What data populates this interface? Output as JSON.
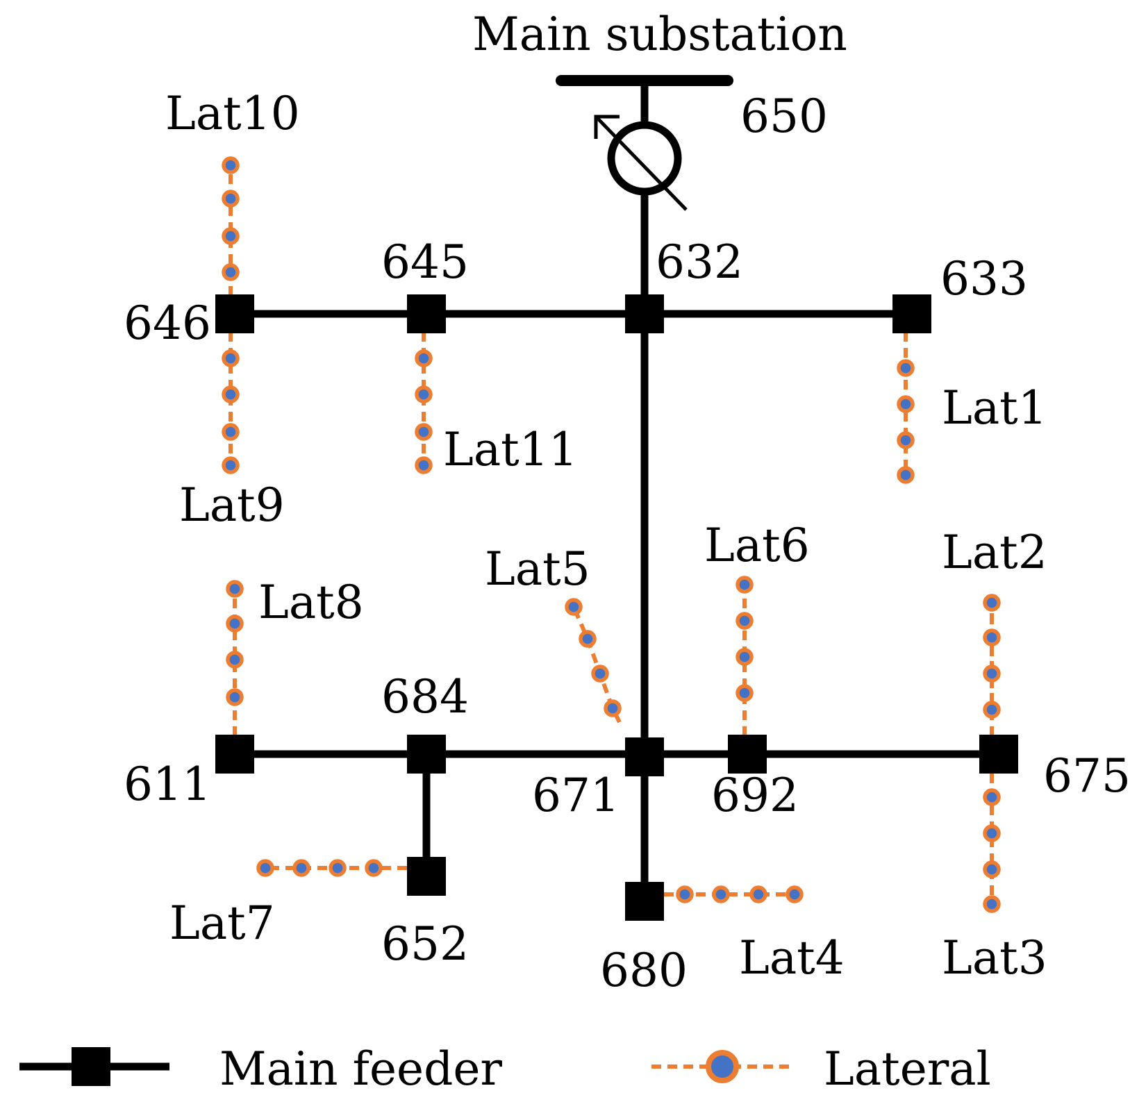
{
  "title": "Main substation",
  "colors": {
    "feeder": "#000000",
    "lateral_line": "#ED7D31",
    "lateral_dot": "#4472C4"
  },
  "nodes": [
    {
      "id": "650",
      "label": "650"
    },
    {
      "id": "632",
      "label": "632"
    },
    {
      "id": "633",
      "label": "633"
    },
    {
      "id": "645",
      "label": "645"
    },
    {
      "id": "646",
      "label": "646"
    },
    {
      "id": "671",
      "label": "671"
    },
    {
      "id": "684",
      "label": "684"
    },
    {
      "id": "611",
      "label": "611"
    },
    {
      "id": "652",
      "label": "652"
    },
    {
      "id": "692",
      "label": "692"
    },
    {
      "id": "675",
      "label": "675"
    },
    {
      "id": "680",
      "label": "680"
    }
  ],
  "feeder_edges": [
    [
      "650",
      "632"
    ],
    [
      "632",
      "645"
    ],
    [
      "645",
      "646"
    ],
    [
      "632",
      "633"
    ],
    [
      "632",
      "671"
    ],
    [
      "671",
      "684"
    ],
    [
      "684",
      "611"
    ],
    [
      "684",
      "652"
    ],
    [
      "671",
      "692"
    ],
    [
      "692",
      "675"
    ],
    [
      "671",
      "680"
    ]
  ],
  "laterals": [
    {
      "id": "Lat1",
      "label": "Lat1",
      "from": "633"
    },
    {
      "id": "Lat2",
      "label": "Lat2",
      "from": "675"
    },
    {
      "id": "Lat3",
      "label": "Lat3",
      "from": "675"
    },
    {
      "id": "Lat4",
      "label": "Lat4",
      "from": "680"
    },
    {
      "id": "Lat5",
      "label": "Lat5",
      "from": "671"
    },
    {
      "id": "Lat6",
      "label": "Lat6",
      "from": "692"
    },
    {
      "id": "Lat7",
      "label": "Lat7",
      "from": "652"
    },
    {
      "id": "Lat8",
      "label": "Lat8",
      "from": "611"
    },
    {
      "id": "Lat9",
      "label": "Lat9",
      "from": "646"
    },
    {
      "id": "Lat10",
      "label": "Lat10",
      "from": "646"
    },
    {
      "id": "Lat11",
      "label": "Lat11",
      "from": "645"
    }
  ],
  "legend": {
    "main_feeder": "Main feeder",
    "lateral": "Lateral"
  }
}
